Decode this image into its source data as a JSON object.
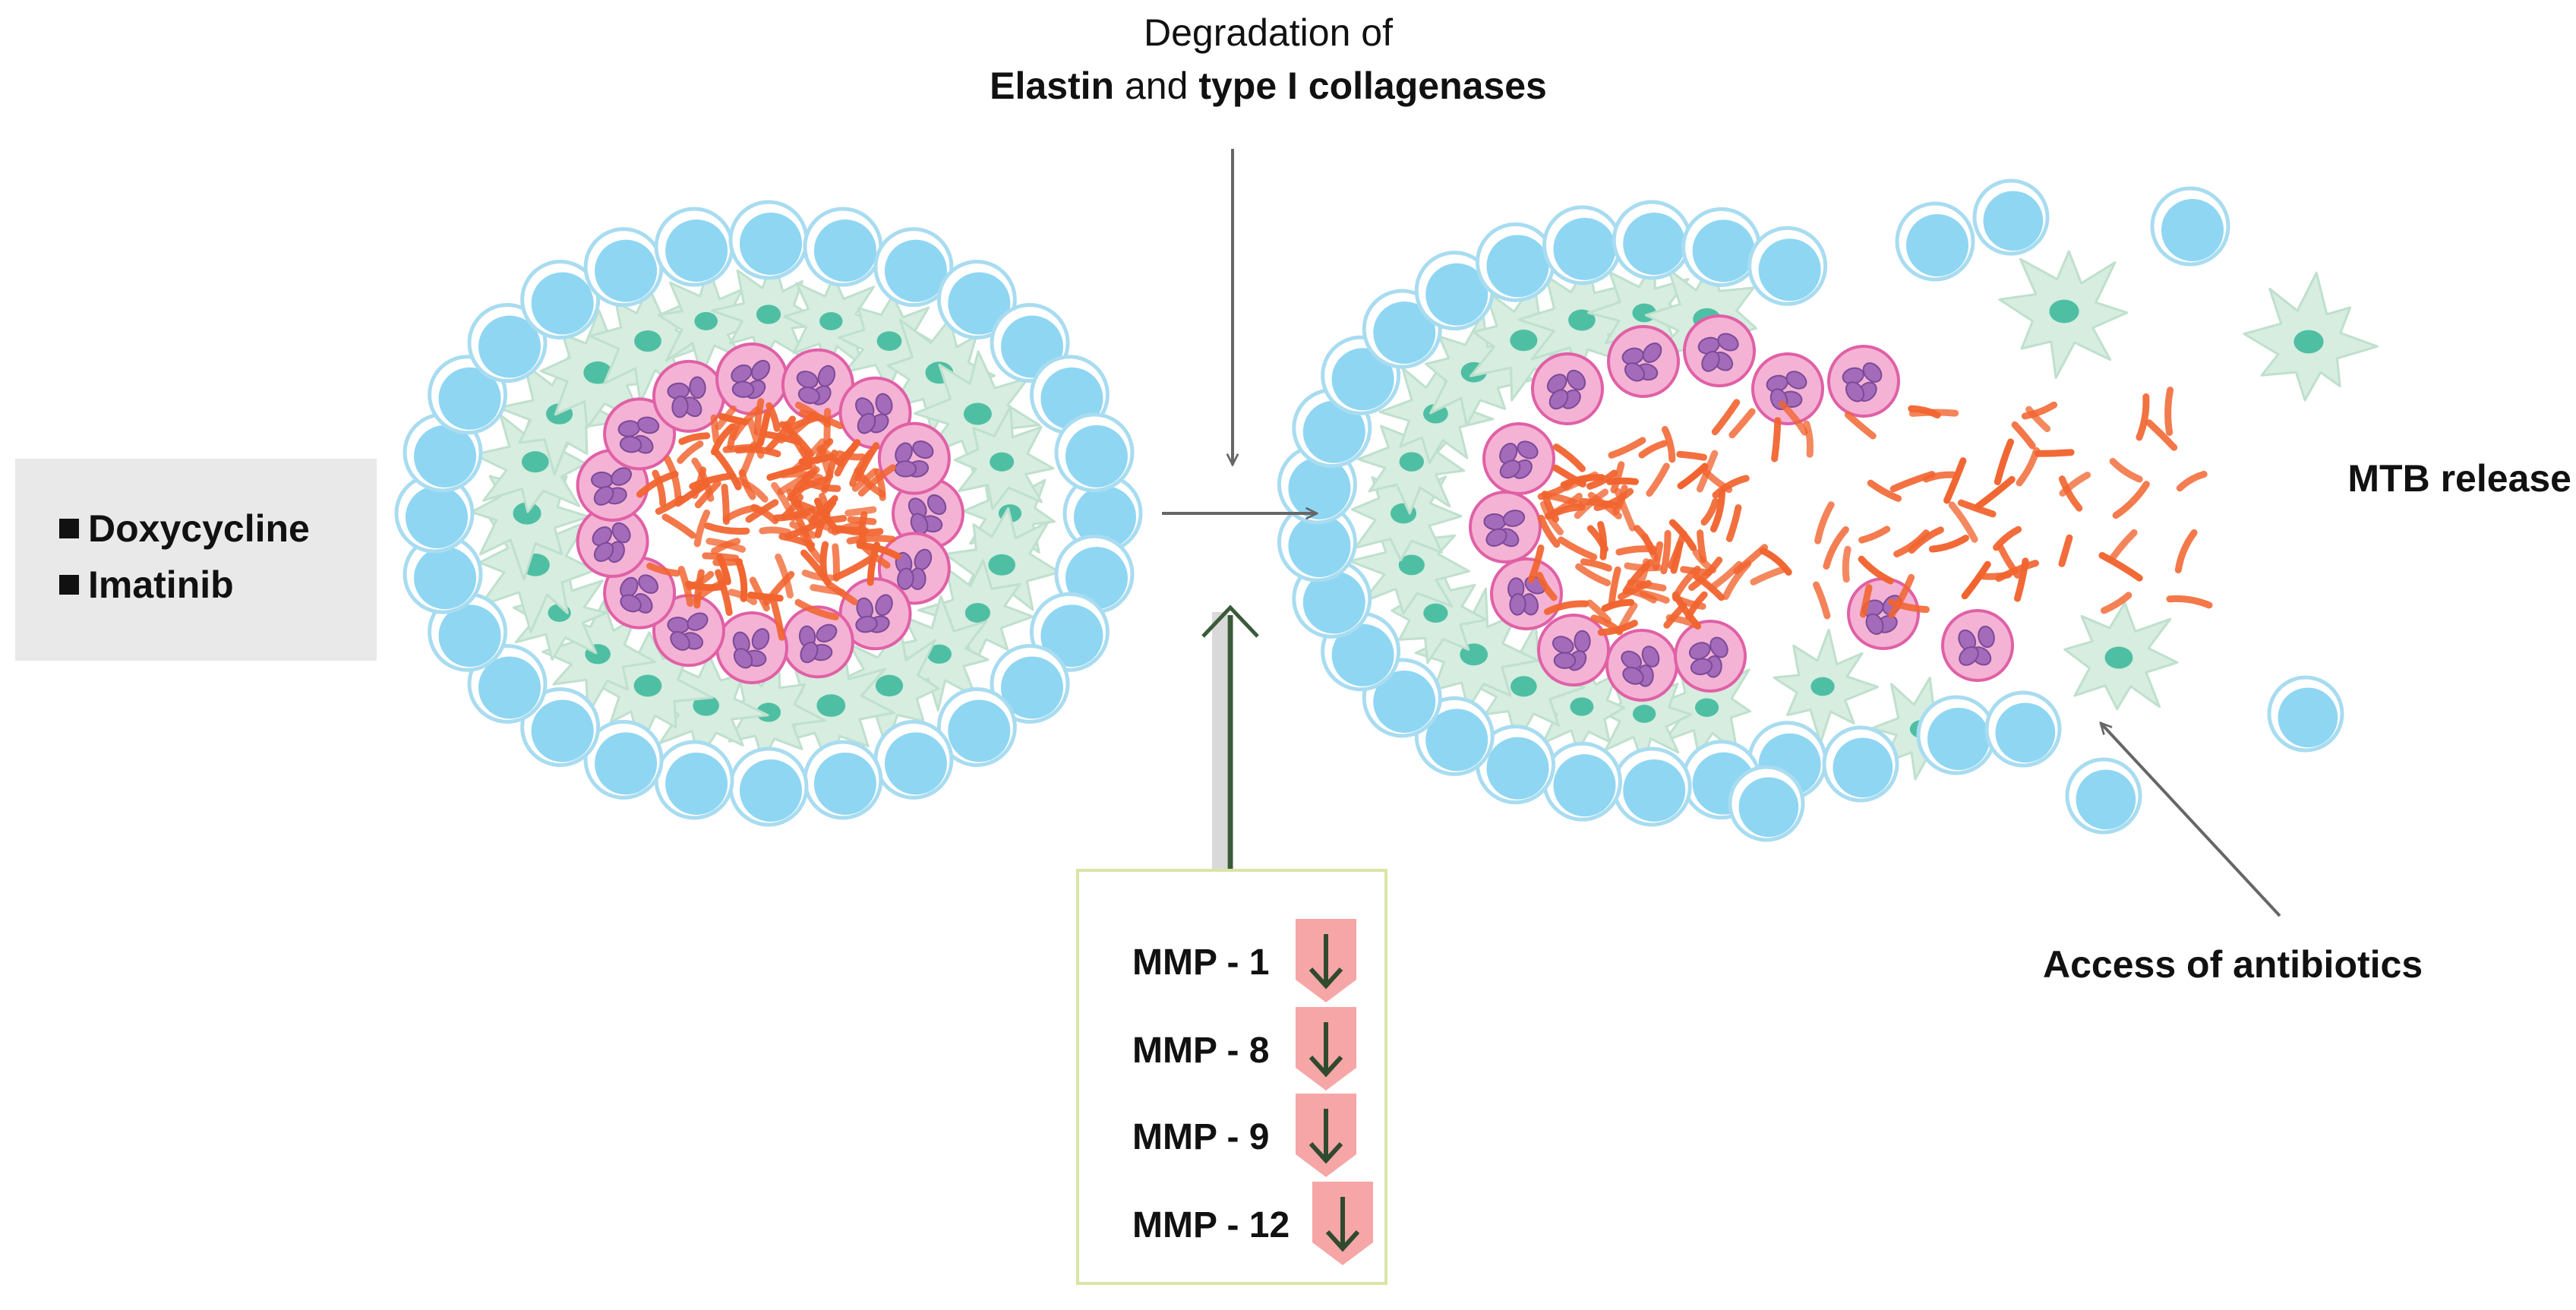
{
  "title": {
    "line1": "Degradation of",
    "line2_part1": "Elastin",
    "line2_part2": " and ",
    "line2_part3": "type I collagenases"
  },
  "drugs": [
    "Doxycycline",
    "Imatinib"
  ],
  "labels": {
    "mtb_release": "MTB release",
    "access_antibiotics": "Access of antibiotics"
  },
  "mmp_list": [
    "MMP - 1",
    "MMP - 8",
    "MMP - 9",
    "MMP - 12"
  ],
  "colors": {
    "lymphocyte_fill": "#8fd6f3",
    "lymphocyte_ring": "#a8dcf0",
    "macrophage_fill": "#d6ede0",
    "macrophage_nucleus": "#4fbfa4",
    "neutrophil_fill": "#f4b3d4",
    "neutrophil_ring": "#e060a6",
    "neutrophil_nucleus": "#a46bbb",
    "bacteria": "#f1642f",
    "arrow_gray": "#666666",
    "arrow_green": "#3a5a3a",
    "down_tag": "#f6a6a6",
    "mmp_border": "#d8e5a6",
    "drug_box": "#e9e9e9"
  }
}
